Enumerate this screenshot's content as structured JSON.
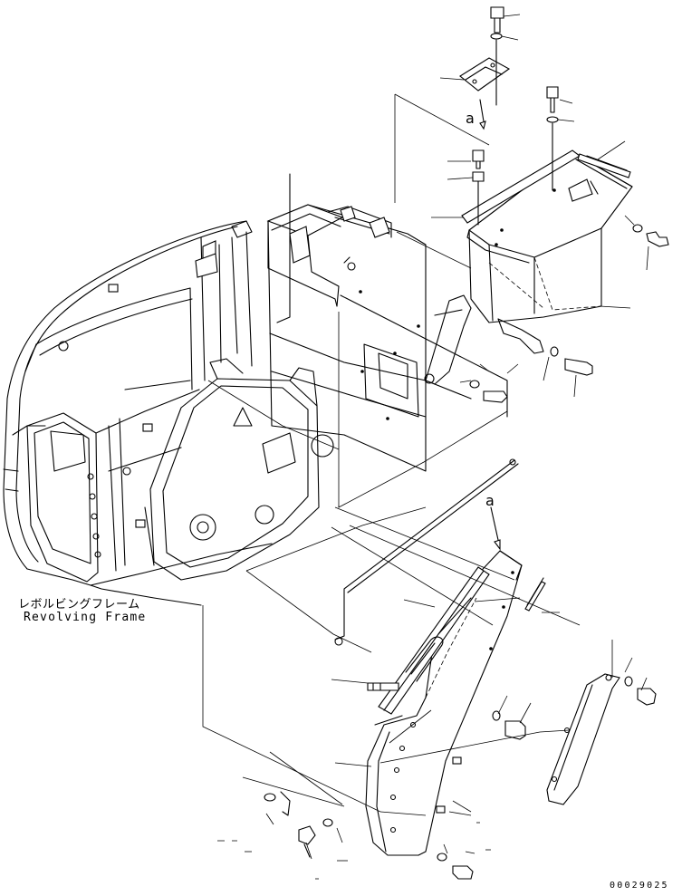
{
  "labels": {
    "frame_name_jp": "レボルビングフレーム",
    "frame_name_en": "Revolving Frame",
    "view_arrow_upper": "a",
    "view_arrow_lower": "a",
    "drawing_number": "00029025"
  },
  "colors": {
    "line": "#000000",
    "background": "#ffffff"
  }
}
